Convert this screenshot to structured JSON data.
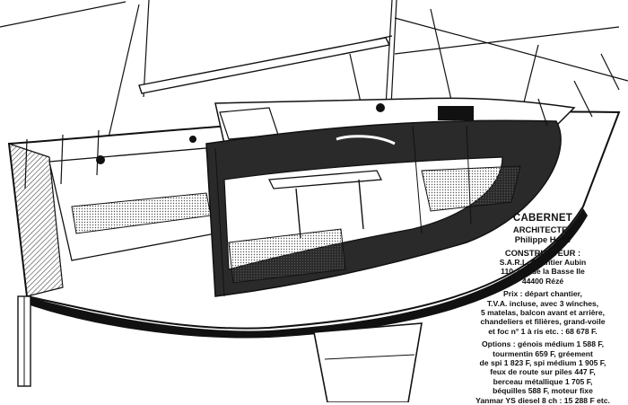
{
  "boat_name": "CABERNET",
  "architect": {
    "label": "ARCHITECTE :",
    "name": "Philippe Harlé"
  },
  "builder": {
    "label": "CONSTRUCTEUR :",
    "lines": [
      "S.A.R.L. Chantier Aubin",
      "110, rue de la Basse Ile",
      "44400 Rézé"
    ]
  },
  "price_lines": [
    "Prix : départ chantier,",
    "T.V.A. incluse, avec 3 winches,",
    "5 matelas, balcon avant et arrière,",
    "chandeliers et filières, grand-voile",
    "et foc n° 1 à ris etc. : 68 678 F."
  ],
  "options_lines": [
    "Options : génois médium 1 588 F,",
    "tourmentin 659 F, gréement",
    "de spi 1 823 F, spi médium 1 905 F,",
    "feux de route sur piles 447 F,",
    "berceau métallique 1 705 F,",
    "béquilles 588 F, moteur fixe",
    "Yanmar YS diesel 8 ch : 15 288 F etc."
  ],
  "colors": {
    "ink": "#111111",
    "paper": "#ffffff",
    "shadow": "#2a2a2a",
    "hatch": "#8a8a8a"
  },
  "icons": [
    "sailboat-cutaway-illustration"
  ]
}
